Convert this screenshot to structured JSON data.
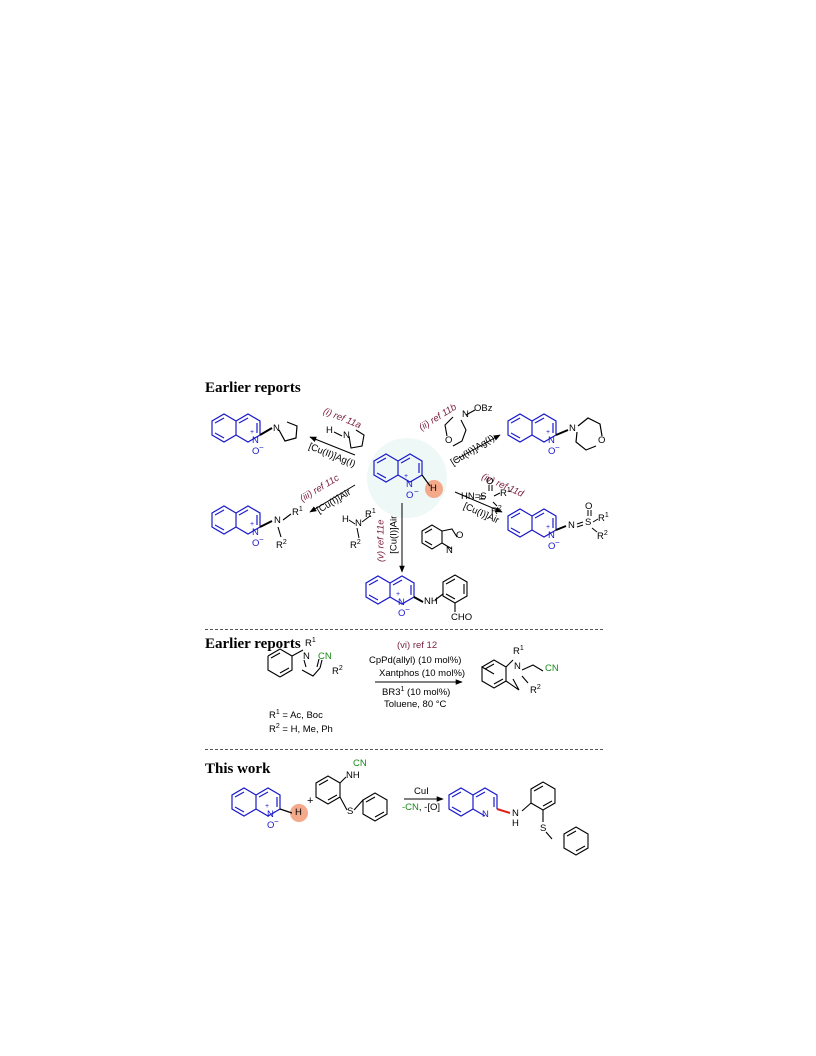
{
  "sections": {
    "s1": "Earlier reports",
    "s2": "Earlier reports",
    "s3": "This work"
  },
  "routes": {
    "i": {
      "ref": "(i) ref 11a",
      "cond": "[Cu(II)]Ag(I)",
      "reagent_h": "H"
    },
    "ii": {
      "ref": "(ii) ref 11b",
      "cond": "[Cu(II)]Ag(I)",
      "reagent": "OBz"
    },
    "iii": {
      "ref": "(iii) ref 11c",
      "cond": "[Cu(I)]Air",
      "reagent_h": "H",
      "reagent_n": "N",
      "r1": "R",
      "r1sup": "1",
      "r2": "R",
      "r2sup": "2"
    },
    "iv": {
      "ref": "(iv) ref 11d",
      "cond": "[Cu(I)]Air",
      "reagent": "HN=S",
      "o": "O",
      "r1": "R",
      "r1sup": "1",
      "r2": "R",
      "r2sup": "2"
    },
    "v": {
      "ref": "(v) ref 11e",
      "cond": "[Cu(I)]Air",
      "o": "O",
      "n": "N"
    }
  },
  "center": {
    "n": "N",
    "plus": "+",
    "o": "O",
    "minus": "−",
    "h": "H"
  },
  "products": {
    "p1": {
      "n": "N",
      "plus": "+",
      "o": "O",
      "minus": "−",
      "pyrrolidine_n": "N"
    },
    "p2": {
      "n": "N",
      "plus": "+",
      "o": "O",
      "minus": "−",
      "morph_n": "N",
      "morph_o": "O"
    },
    "p3": {
      "n": "N",
      "plus": "+",
      "o": "O",
      "minus": "−",
      "amine_n": "N",
      "r1": "R",
      "r1sup": "1",
      "r2": "R",
      "r2sup": "2"
    },
    "p4": {
      "n": "N",
      "plus": "+",
      "o": "O",
      "minus": "−",
      "s": "S",
      "so": "O",
      "r1": "R",
      "r1sup": "1",
      "r2": "R",
      "r2sup": "2",
      "nim": "N"
    },
    "p5": {
      "n": "N",
      "plus": "+",
      "o": "O",
      "minus": "−",
      "nh": "N",
      "h": "H",
      "cho": "CHO"
    }
  },
  "section2": {
    "ref": "(vi) ref 12",
    "conditions": [
      "CpPd(allyl) (10 mol%)",
      "Xantphos (10 mol%)",
      "BR3",
      "(10 mol%)",
      "Toluene, 80 °C"
    ],
    "br3_sup": "1",
    "sm": {
      "n": "N",
      "cn": "CN",
      "r1": "R",
      "r1sup": "1",
      "r2": "R",
      "r2sup": "2"
    },
    "notes": {
      "r1_line": "= Ac, Boc",
      "r2_line": "= H, Me, Ph",
      "r1": "R",
      "r1sup": "1",
      "r2": "R",
      "r2sup": "2"
    },
    "prod": {
      "n": "N",
      "cn": "CN",
      "r1": "R",
      "r1sup": "1",
      "r2": "R",
      "r2sup": "2"
    }
  },
  "section3": {
    "sm_n": "N",
    "sm_plus": "+",
    "sm_o": "O",
    "sm_minus": "−",
    "sm_h": "H",
    "plus": "+",
    "reagent_cn": "CN",
    "reagent_nh": "NH",
    "reagent_s": "S",
    "cond_top": "CuI",
    "cond_bottom_a": "-CN",
    "cond_bottom_b": ", -[O]",
    "prod_n": "N",
    "prod_nh_n": "N",
    "prod_nh_h": "H",
    "prod_s": "S"
  }
}
